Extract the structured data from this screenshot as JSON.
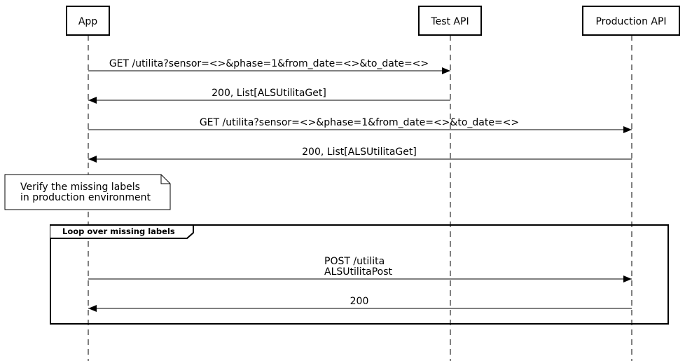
{
  "participants": {
    "app": "App",
    "test_api": "Test API",
    "production_api": "Production API"
  },
  "messages": {
    "m1": "GET /utilita?sensor=<>&phase=1&from_date=<>&to_date=<>",
    "m2": "200, List[ALSUtilitaGet]",
    "m3": "GET /utilita?sensor=<>&phase=1&from_date=<>&to_date=<>",
    "m4": "200, List[ALSUtilitaGet]",
    "m5_line1": "POST /utilita",
    "m5_line2": "ALSUtilitaPost",
    "m6": "200"
  },
  "note": {
    "line1": "Verify the missing labels",
    "line2": "in production environment"
  },
  "loop": {
    "title": "Loop over missing labels"
  }
}
